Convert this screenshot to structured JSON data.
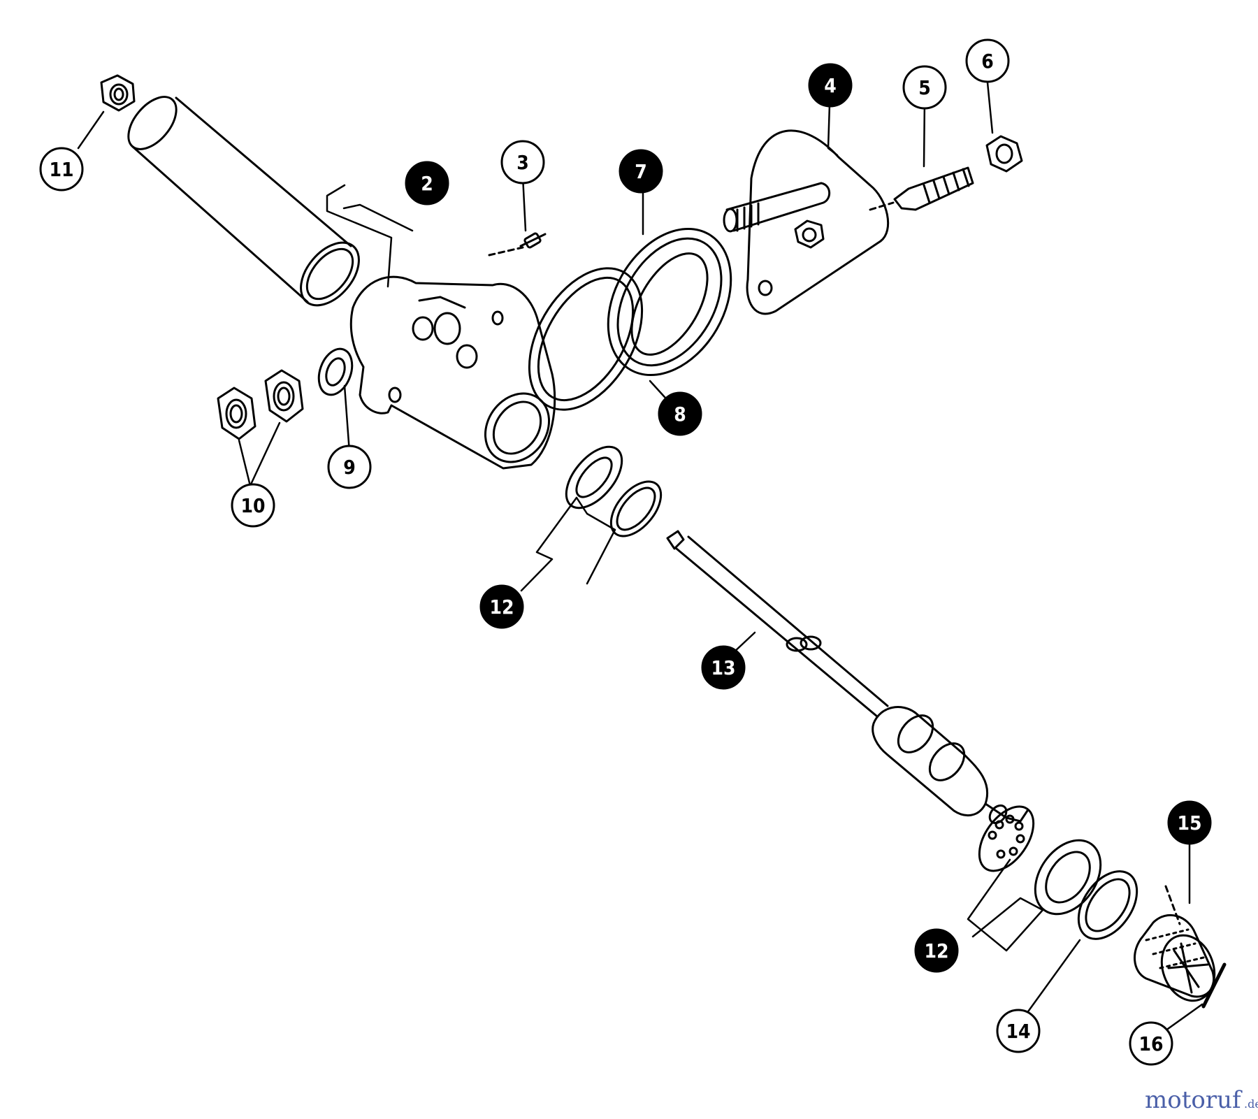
{
  "diagram": {
    "callouts": [
      {
        "id": "c2",
        "label": "2",
        "style": "filled"
      },
      {
        "id": "c3",
        "label": "3",
        "style": "outline"
      },
      {
        "id": "c4",
        "label": "4",
        "style": "filled"
      },
      {
        "id": "c5",
        "label": "5",
        "style": "outline"
      },
      {
        "id": "c6",
        "label": "6",
        "style": "outline"
      },
      {
        "id": "c7",
        "label": "7",
        "style": "filled"
      },
      {
        "id": "c8",
        "label": "8",
        "style": "filled"
      },
      {
        "id": "c9",
        "label": "9",
        "style": "outline"
      },
      {
        "id": "c10",
        "label": "10",
        "style": "outline"
      },
      {
        "id": "c11",
        "label": "11",
        "style": "outline"
      },
      {
        "id": "c12a",
        "label": "12",
        "style": "filled"
      },
      {
        "id": "c12b",
        "label": "12",
        "style": "filled"
      },
      {
        "id": "c13",
        "label": "13",
        "style": "filled"
      },
      {
        "id": "c14",
        "label": "14",
        "style": "outline"
      },
      {
        "id": "c15",
        "label": "15",
        "style": "filled"
      },
      {
        "id": "c16",
        "label": "16",
        "style": "outline"
      }
    ]
  },
  "watermark": {
    "brand": "motoruf",
    "suffix": ".de",
    "colors": {
      "m": "#4a5fa8",
      "o1": "#c0392b",
      "t": "#4a5fa8",
      "o2": "#c0392b",
      "r": "#4a5fa8",
      "u": "#4a5fa8",
      "f": "#4a5fa8",
      "de": "#4a5fa8"
    }
  }
}
